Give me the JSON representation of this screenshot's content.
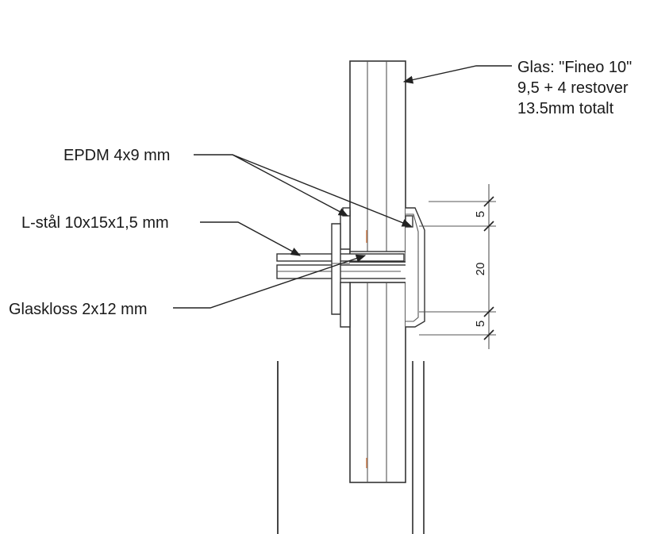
{
  "labels": {
    "glass_line1": "Glas: \"Fineo 10\"",
    "glass_line2": "9,5 + 4 restover",
    "glass_line3": "13.5mm totalt",
    "epdm": "EPDM 4x9 mm",
    "lsteel": "L-stål 10x15x1,5 mm",
    "glasskloss": "Glaskloss 2x12 mm"
  },
  "dimensions": {
    "top": "5",
    "middle": "20",
    "bottom": "5"
  }
}
